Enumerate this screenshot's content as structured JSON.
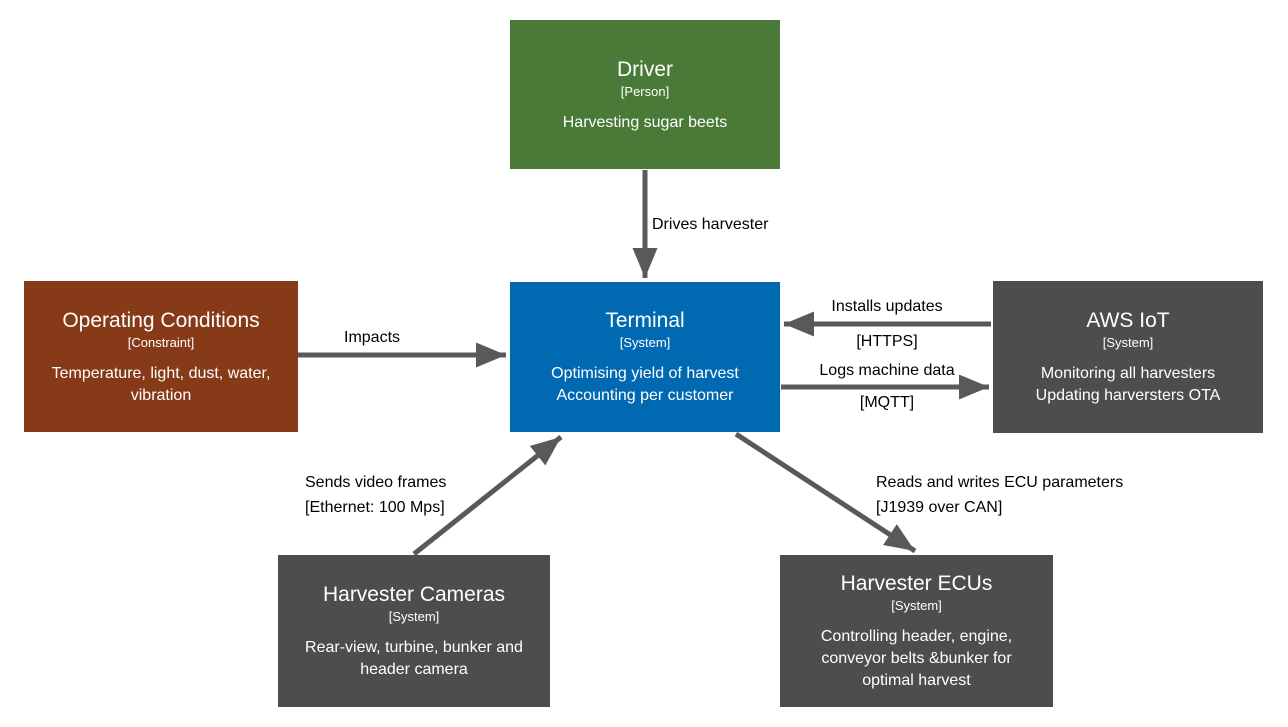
{
  "colors": {
    "background": "#ffffff",
    "arrow": "#595959",
    "edge_label_text": "#000000",
    "box_text": "#ffffff",
    "driver_box": "#4a7a38",
    "terminal_box": "#0168b2",
    "operating_conditions_box": "#863a17",
    "system_box": "#4d4d4d"
  },
  "boxes": {
    "driver": {
      "title": "Driver",
      "type": "[Person]",
      "description": "Harvesting sugar beets"
    },
    "terminal": {
      "title": "Terminal",
      "type": "[System]",
      "description": "Optimising yield of harvest\nAccounting per customer"
    },
    "operating_conditions": {
      "title": "Operating Conditions",
      "type": "[Constraint]",
      "description": "Temperature, light, dust, water,\nvibration"
    },
    "aws_iot": {
      "title": "AWS IoT",
      "type": "[System]",
      "description": "Monitoring all harvesters\nUpdating harversters OTA"
    },
    "harvester_cameras": {
      "title": "Harvester Cameras",
      "type": "[System]",
      "description": "Rear-view, turbine, bunker and\nheader camera"
    },
    "harvester_ecus": {
      "title": "Harvester ECUs",
      "type": "[System]",
      "description": "Controlling header, engine,\nconveyor belts &bunker for\noptimal harvest"
    }
  },
  "connections": {
    "driver_to_terminal": {
      "label": "Drives harvester"
    },
    "conditions_to_terminal": {
      "label": "Impacts"
    },
    "aws_to_terminal": {
      "label": "Installs updates",
      "protocol": "[HTTPS]"
    },
    "terminal_to_aws": {
      "label": "Logs machine data",
      "protocol": "[MQTT]"
    },
    "cameras_to_terminal": {
      "label": "Sends video frames",
      "protocol": "[Ethernet: 100 Mps]"
    },
    "terminal_to_ecus": {
      "label": "Reads and writes ECU parameters",
      "protocol": "[J1939 over CAN]"
    }
  }
}
